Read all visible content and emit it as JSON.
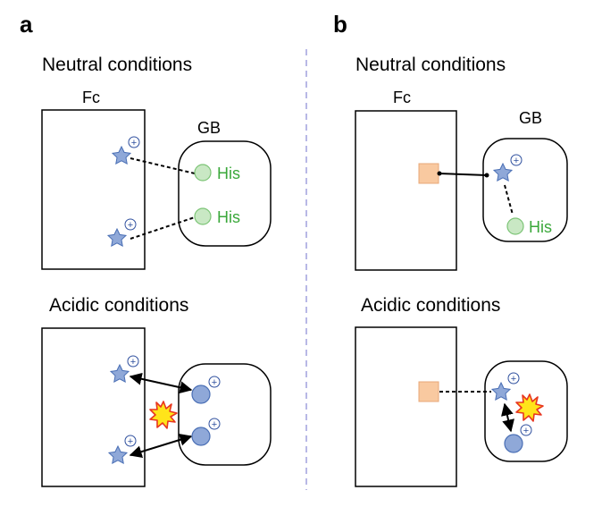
{
  "panels": {
    "a": {
      "letter": "a",
      "neutral_title": "Neutral conditions",
      "acidic_title": "Acidic conditions",
      "fc_label": "Fc",
      "gb_label": "GB",
      "his_label_1": "His",
      "his_label_2": "His"
    },
    "b": {
      "letter": "b",
      "neutral_title": "Neutral conditions",
      "acidic_title": "Acidic conditions",
      "fc_label": "Fc",
      "gb_label": "GB",
      "his_label": "His"
    }
  },
  "charge_symbol": "+",
  "colors": {
    "star_fill": "#8fa8d8",
    "star_stroke": "#4a6fb5",
    "his_neutral_fill": "#c9e8c4",
    "his_neutral_stroke": "#7cc476",
    "his_text": "#3aa83a",
    "his_charged_fill": "#8fa8d8",
    "square_fill": "#f9c9a0",
    "square_stroke": "#e8a878",
    "burst_fill": "#ffe41a",
    "burst_stroke": "#e8351f",
    "divider": "#b8b8e6"
  }
}
